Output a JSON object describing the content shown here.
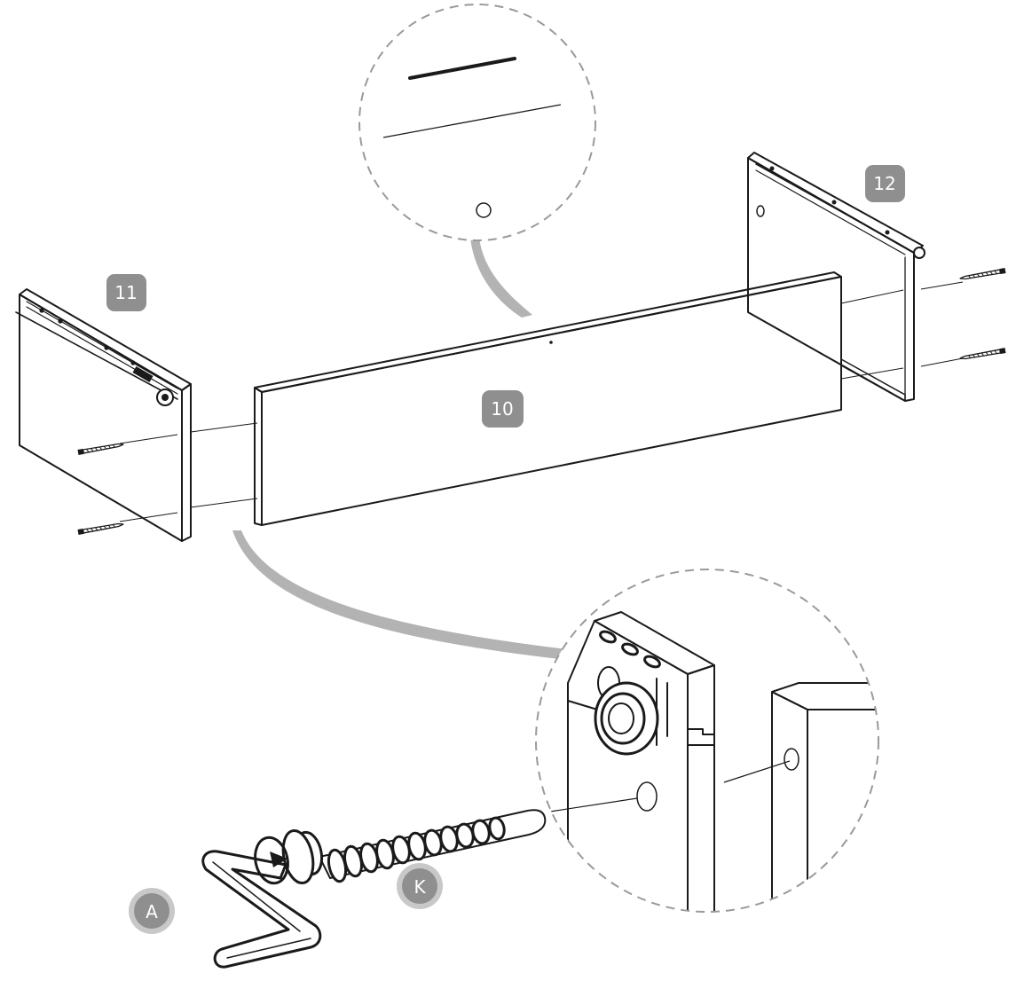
{
  "labels": {
    "part_10": "10",
    "part_11": "11",
    "part_12": "12",
    "tool_a": "A",
    "fitting_k": "K"
  },
  "colors": {
    "line": "#1a1a1a",
    "panel_fill": "#ffffff",
    "badge_fill": "#8f8f8f",
    "badge_ring": "#c8c8c8",
    "leader": "#b3b3b3",
    "callout_dash": "#9a9a9a"
  },
  "icons": {
    "screw": "screw-icon",
    "hex_key": "allen-key-icon",
    "drawer_runner": "drawer-runner-icon",
    "cam_wheel": "cam-wheel-icon"
  }
}
